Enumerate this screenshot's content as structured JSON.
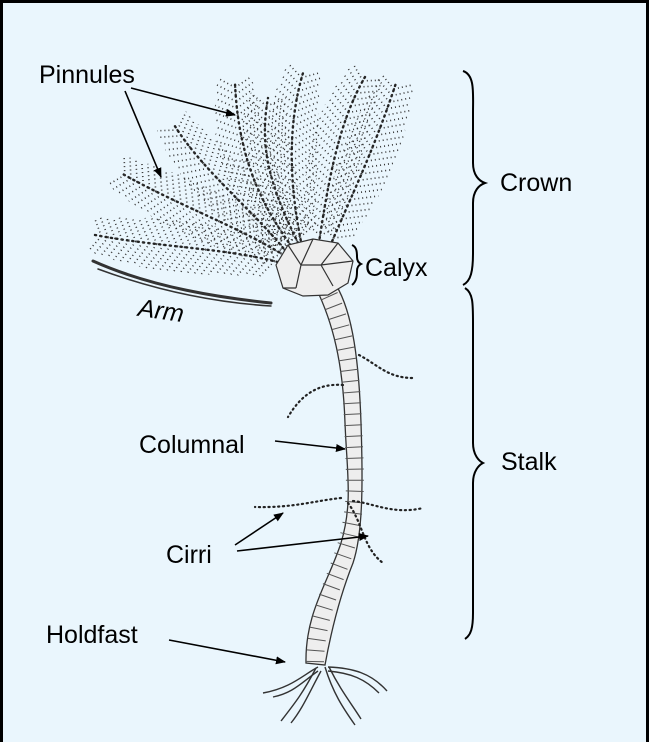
{
  "diagram": {
    "labels": {
      "pinnules": "Pinnules",
      "arm": "Arm",
      "calyx": "Calyx",
      "crown": "Crown",
      "columnal": "Columnal",
      "stalk": "Stalk",
      "cirri": "Cirri",
      "holdfast": "Holdfast"
    },
    "colors": {
      "background": "#eaf6fd",
      "stalk_fill": "#eeeeee",
      "outline": "#333333",
      "ink": "#000000"
    }
  }
}
